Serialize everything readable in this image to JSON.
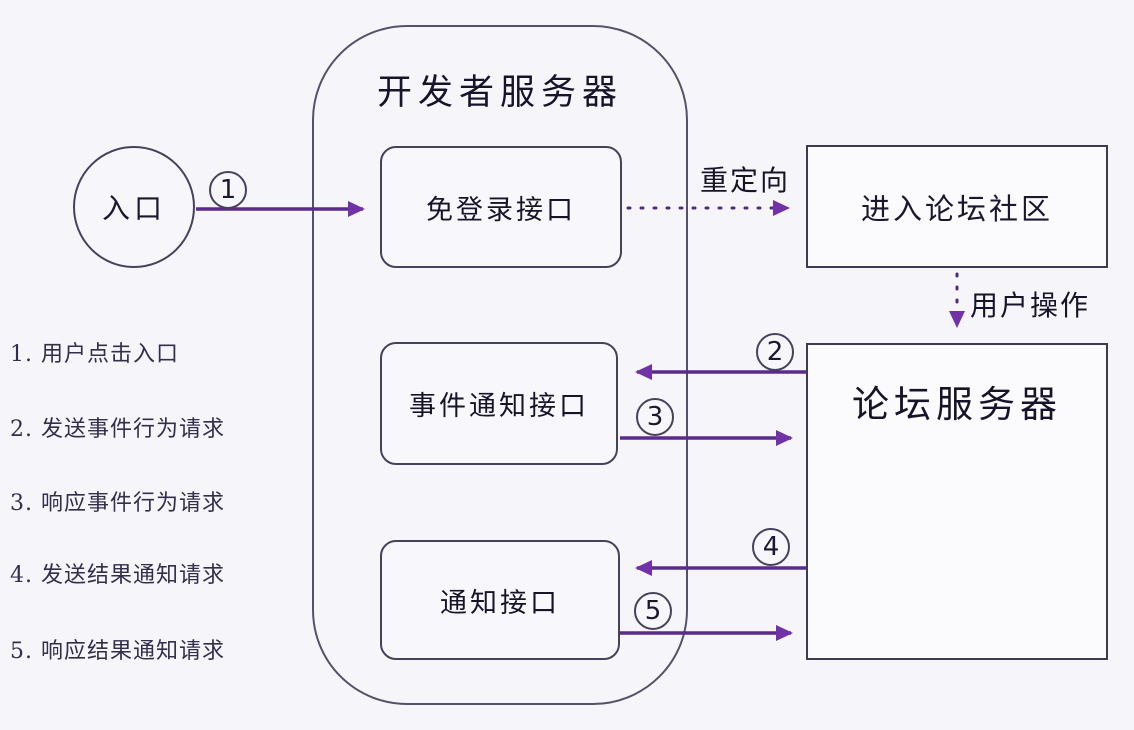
{
  "diagram": {
    "entry": {
      "label": "入口"
    },
    "developer_server": {
      "title": "开发者服务器",
      "interfaces": {
        "login_free": "免登录接口",
        "event_notify": "事件通知接口",
        "notify": "通知接口"
      }
    },
    "forum_community": {
      "label": "进入论坛社区"
    },
    "forum_server": {
      "title": "论坛服务器"
    },
    "edges": {
      "redirect_label": "重定向",
      "user_action_label": "用户操作"
    },
    "steps": [
      "1",
      "2",
      "3",
      "4",
      "5"
    ],
    "legend": [
      "1. 用户点击入口",
      "2. 发送事件行为请求",
      "3. 响应事件行为请求",
      "4. 发送结果通知请求",
      "5. 响应结果通知请求"
    ],
    "colors": {
      "background": "#F6F6FA",
      "box_border": "#46425E",
      "container_border": "#56516B",
      "arrow_line": "#5A2B8C",
      "arrowhead": "#7131A8",
      "text": "#17142A"
    }
  }
}
